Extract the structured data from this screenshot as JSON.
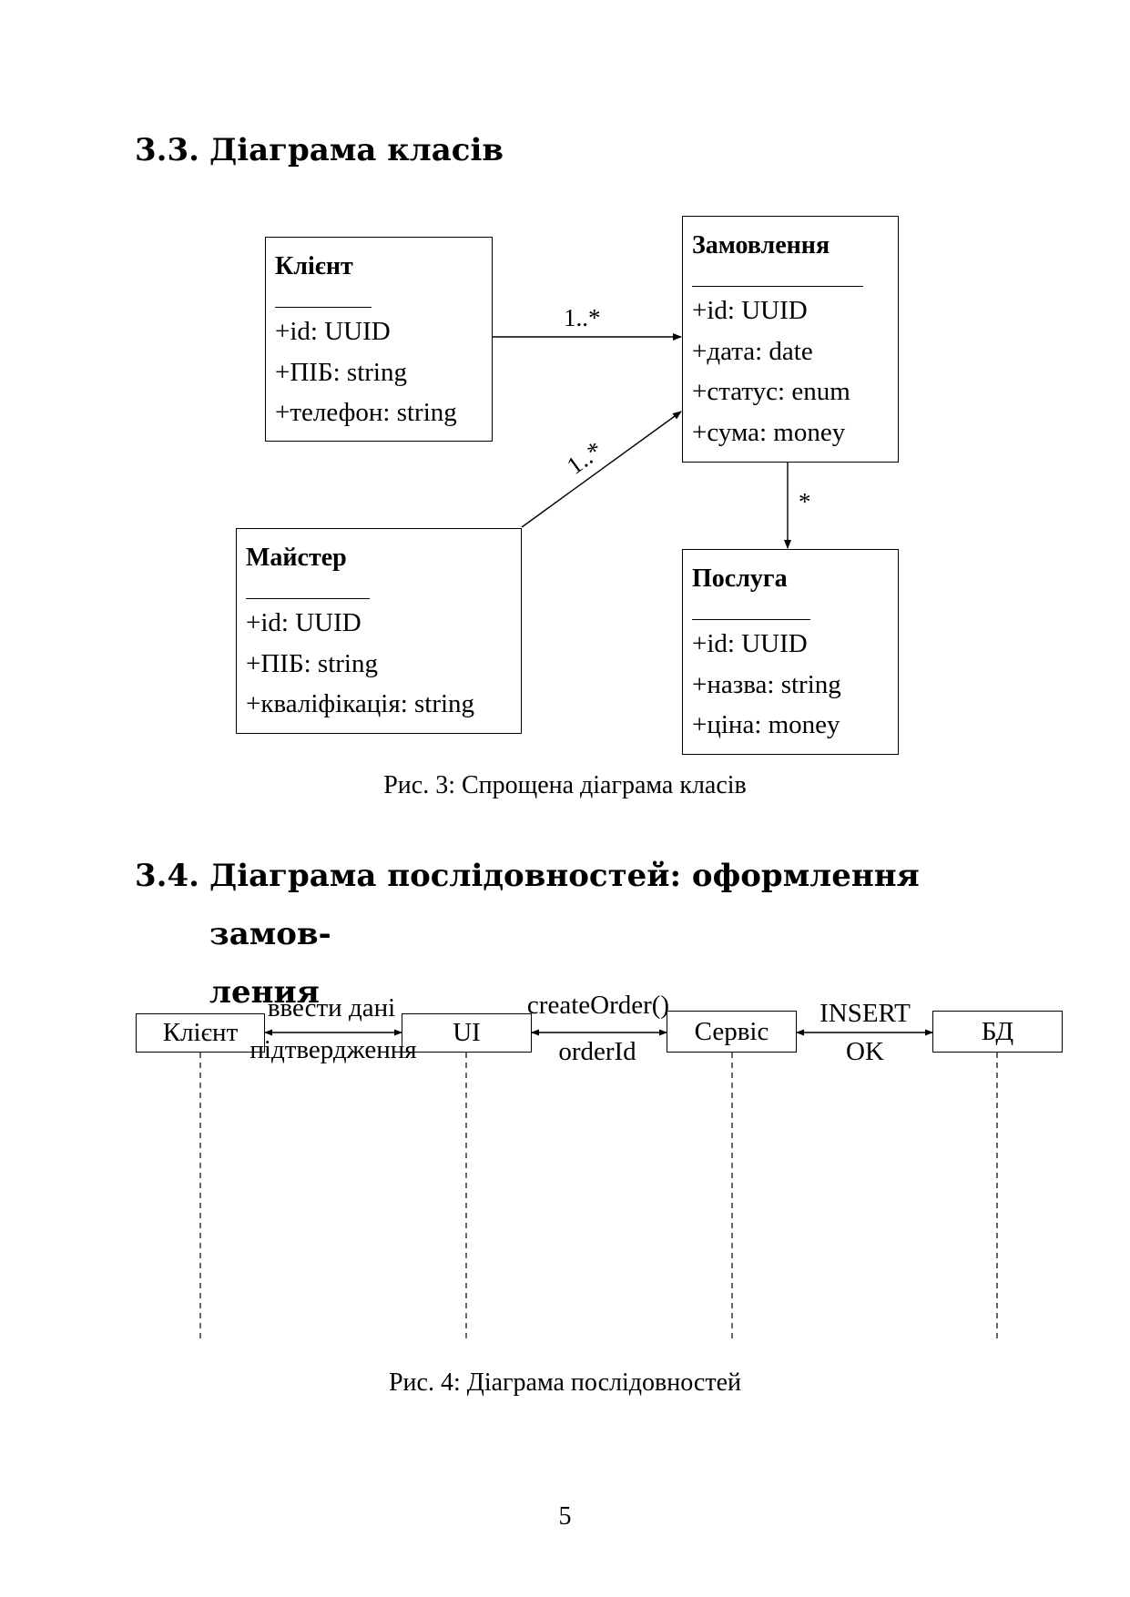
{
  "section_class": {
    "number": "3.3.",
    "title": "Діаграма класів"
  },
  "class_diagram": {
    "classes": [
      {
        "name": "Клієнт",
        "attributes": [
          "+id: UUID",
          "+ПІБ: string",
          "+телефон: string"
        ]
      },
      {
        "name": "Замовлення",
        "attributes": [
          "+id: UUID",
          "+дата: date",
          "+статус: enum",
          "+сума: money"
        ]
      },
      {
        "name": "Майстер",
        "attributes": [
          "+id: UUID",
          "+ПІБ: string",
          "+кваліфікація: string"
        ]
      },
      {
        "name": "Послуга",
        "attributes": [
          "+id: UUID",
          "+назва: string",
          "+ціна: money"
        ]
      }
    ],
    "associations": [
      {
        "from": "Клієнт",
        "to": "Замовлення",
        "multiplicity": "1..*"
      },
      {
        "from": "Майстер",
        "to": "Замовлення",
        "multiplicity": "1..*"
      },
      {
        "from": "Замовлення",
        "to": "Послуга",
        "multiplicity": "*"
      }
    ],
    "caption": "Рис. 3: Спрощена діаграма класів"
  },
  "section_sequence": {
    "number": "3.4.",
    "title": "Діаграма послідовностей: оформлення замов-ления"
  },
  "sequence_diagram": {
    "participants": [
      "Клієнт",
      "UI",
      "Сервіс",
      "БД"
    ],
    "messages": [
      {
        "from": "Клієнт",
        "to": "UI",
        "label": "ввести дані"
      },
      {
        "from": "UI",
        "to": "Клієнт",
        "label": "підтвердження"
      },
      {
        "from": "UI",
        "to": "Сервіс",
        "label": "createOrder()"
      },
      {
        "from": "Сервіс",
        "to": "UI",
        "label": "orderId"
      },
      {
        "from": "Сервіс",
        "to": "БД",
        "label": "INSERT"
      },
      {
        "from": "БД",
        "to": "Сервіс",
        "label": "OK"
      }
    ],
    "caption": "Рис. 4: Діаграма послідовностей"
  },
  "page_number": "5"
}
